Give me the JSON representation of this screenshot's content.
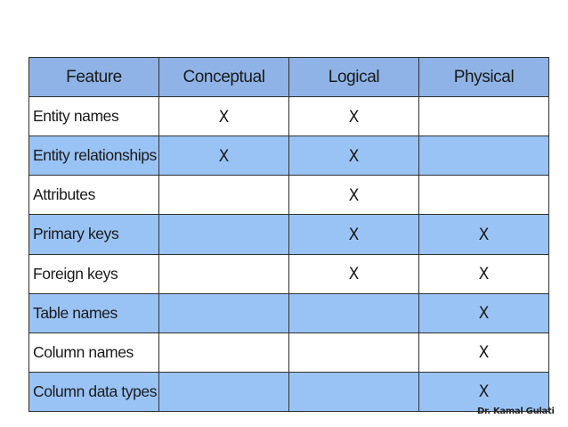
{
  "table": {
    "headers": [
      "Feature",
      "Conceptual",
      "Logical",
      "Physical"
    ],
    "mark_symbol": "X",
    "rows": [
      {
        "feature": "Entity names",
        "conceptual": "X",
        "logical": "X",
        "physical": ""
      },
      {
        "feature": "Entity relationships",
        "conceptual": "X",
        "logical": "X",
        "physical": ""
      },
      {
        "feature": "Attributes",
        "conceptual": "",
        "logical": "X",
        "physical": ""
      },
      {
        "feature": "Primary keys",
        "conceptual": "",
        "logical": "X",
        "physical": "X"
      },
      {
        "feature": "Foreign keys",
        "conceptual": "",
        "logical": "X",
        "physical": "X"
      },
      {
        "feature": "Table names",
        "conceptual": "",
        "logical": "",
        "physical": "X"
      },
      {
        "feature": "Column names",
        "conceptual": "",
        "logical": "",
        "physical": "X"
      },
      {
        "feature": "Column data types",
        "conceptual": "",
        "logical": "",
        "physical": "X"
      }
    ]
  },
  "colors": {
    "header_bg": "#8fb3e6",
    "stripe_bg": "#9ac3f5",
    "plain_bg": "#ffffff",
    "border": "#2f2f2f"
  },
  "footer": {
    "credit": "Dr. Kamal Gulati"
  }
}
